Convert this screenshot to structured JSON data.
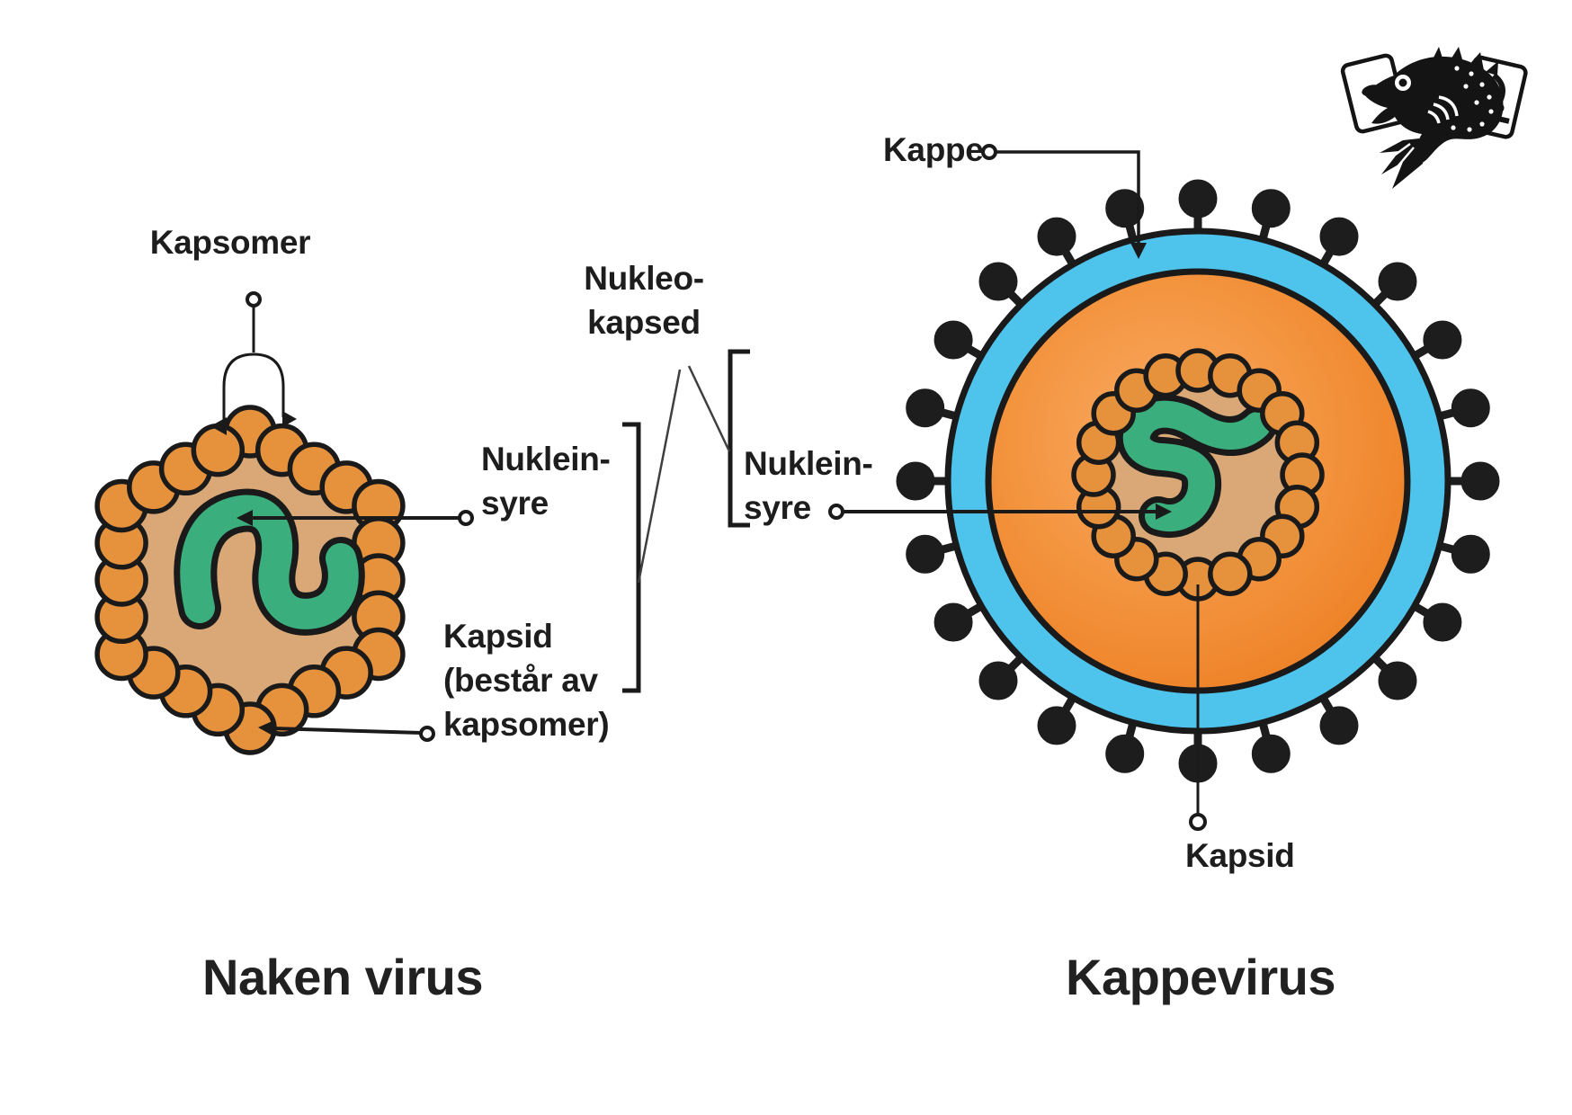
{
  "diagram": {
    "background": "#ffffff",
    "left_virus": {
      "title": "Naken virus",
      "label_kapsomer": "Kapsomer",
      "label_nuklein_syre": "Nuklein-\nsyre",
      "label_kapsid": "Kapsid\n(består av\nkapsomer)"
    },
    "center": {
      "label_nukleokapsid": "Nukleo-\nkapsed"
    },
    "right_virus": {
      "title": "Kappevirus",
      "label_kappe": "Kappe",
      "label_nuklein_syre": "Nuklein-\nsyre",
      "label_kapsid": "Kapsid"
    },
    "logo": {
      "name": "fish-science-logo"
    },
    "colors": {
      "text": "#1d1d1d",
      "outline": "#1a1a1a",
      "capsomer_orange": "#E6913C",
      "capsid_tan": "#D9A876",
      "nucleic_green": "#3BAE7D",
      "envelope_blue": "#4EC3EC",
      "spike_black": "#1d1d1d",
      "core_orange_center": "#F9AB63",
      "core_orange_mid": "#F29039",
      "core_orange_edge": "#EB791C",
      "background": "#ffffff"
    }
  }
}
